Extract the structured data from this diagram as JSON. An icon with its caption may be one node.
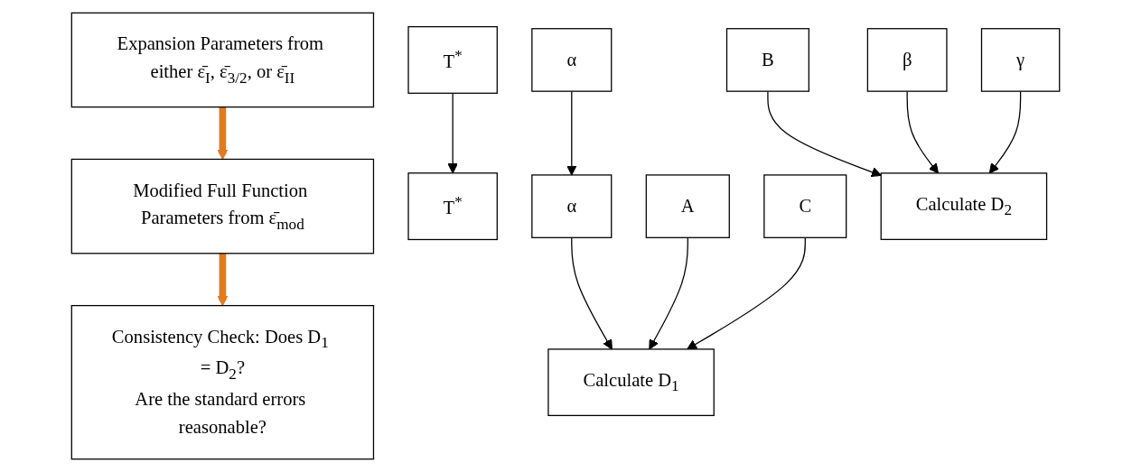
{
  "diagram": {
    "nodes": [
      {
        "text": [
          "Expansion Parameters from either ε̄$_{I}$, ε̄$_{3/2}$, or ε̄$_{II}$"
        ]
      },
      {
        "text": [
          "T$^{*}$"
        ]
      },
      {
        "text": [
          "α"
        ]
      },
      {
        "text": [
          "β"
        ]
      },
      {
        "text": [
          "γ"
        ]
      },
      {
        "text": [
          "Modified Full Function Parameters from ε̄$_{mod}$"
        ]
      },
      {
        "text": [
          "T$^{*}$"
        ]
      },
      {
        "text": [
          "α"
        ]
      },
      {
        "text": [
          "A"
        ]
      },
      {
        "text": [
          "C"
        ]
      },
      {
        "text": [
          "B"
        ]
      },
      {
        "text": [
          "Consistency Check: Does D$_{1}$ = D$_{2}$?",
          "Are the standard errors reasonable?"
        ]
      },
      {
        "text": [
          "Calculate D$_{1}$"
        ]
      },
      {
        "text": [
          "Calculate D$_{2}$"
        ]
      }
    ],
    "edges": [
      {
        "from": 0,
        "to": 5,
        "arrow": "to",
        "style": "thick",
        "color": "#e07b20"
      },
      {
        "from": 5,
        "to": 11,
        "arrow": "to",
        "style": "thick",
        "color": "#e07b20"
      },
      {
        "from": 1,
        "to": 6,
        "arrow": "to"
      },
      {
        "from": 2,
        "to": 7,
        "arrow": "to"
      },
      {
        "from": 7,
        "to": 12,
        "arrow": "to"
      },
      {
        "from": 8,
        "to": 12,
        "arrow": "to"
      },
      {
        "from": 9,
        "to": 12,
        "arrow": "to"
      },
      {
        "from": 10,
        "to": 13,
        "arrow": "to"
      },
      {
        "from": 3,
        "to": 13,
        "arrow": "to"
      },
      {
        "from": 4,
        "to": 13,
        "arrow": "to"
      }
    ]
  }
}
